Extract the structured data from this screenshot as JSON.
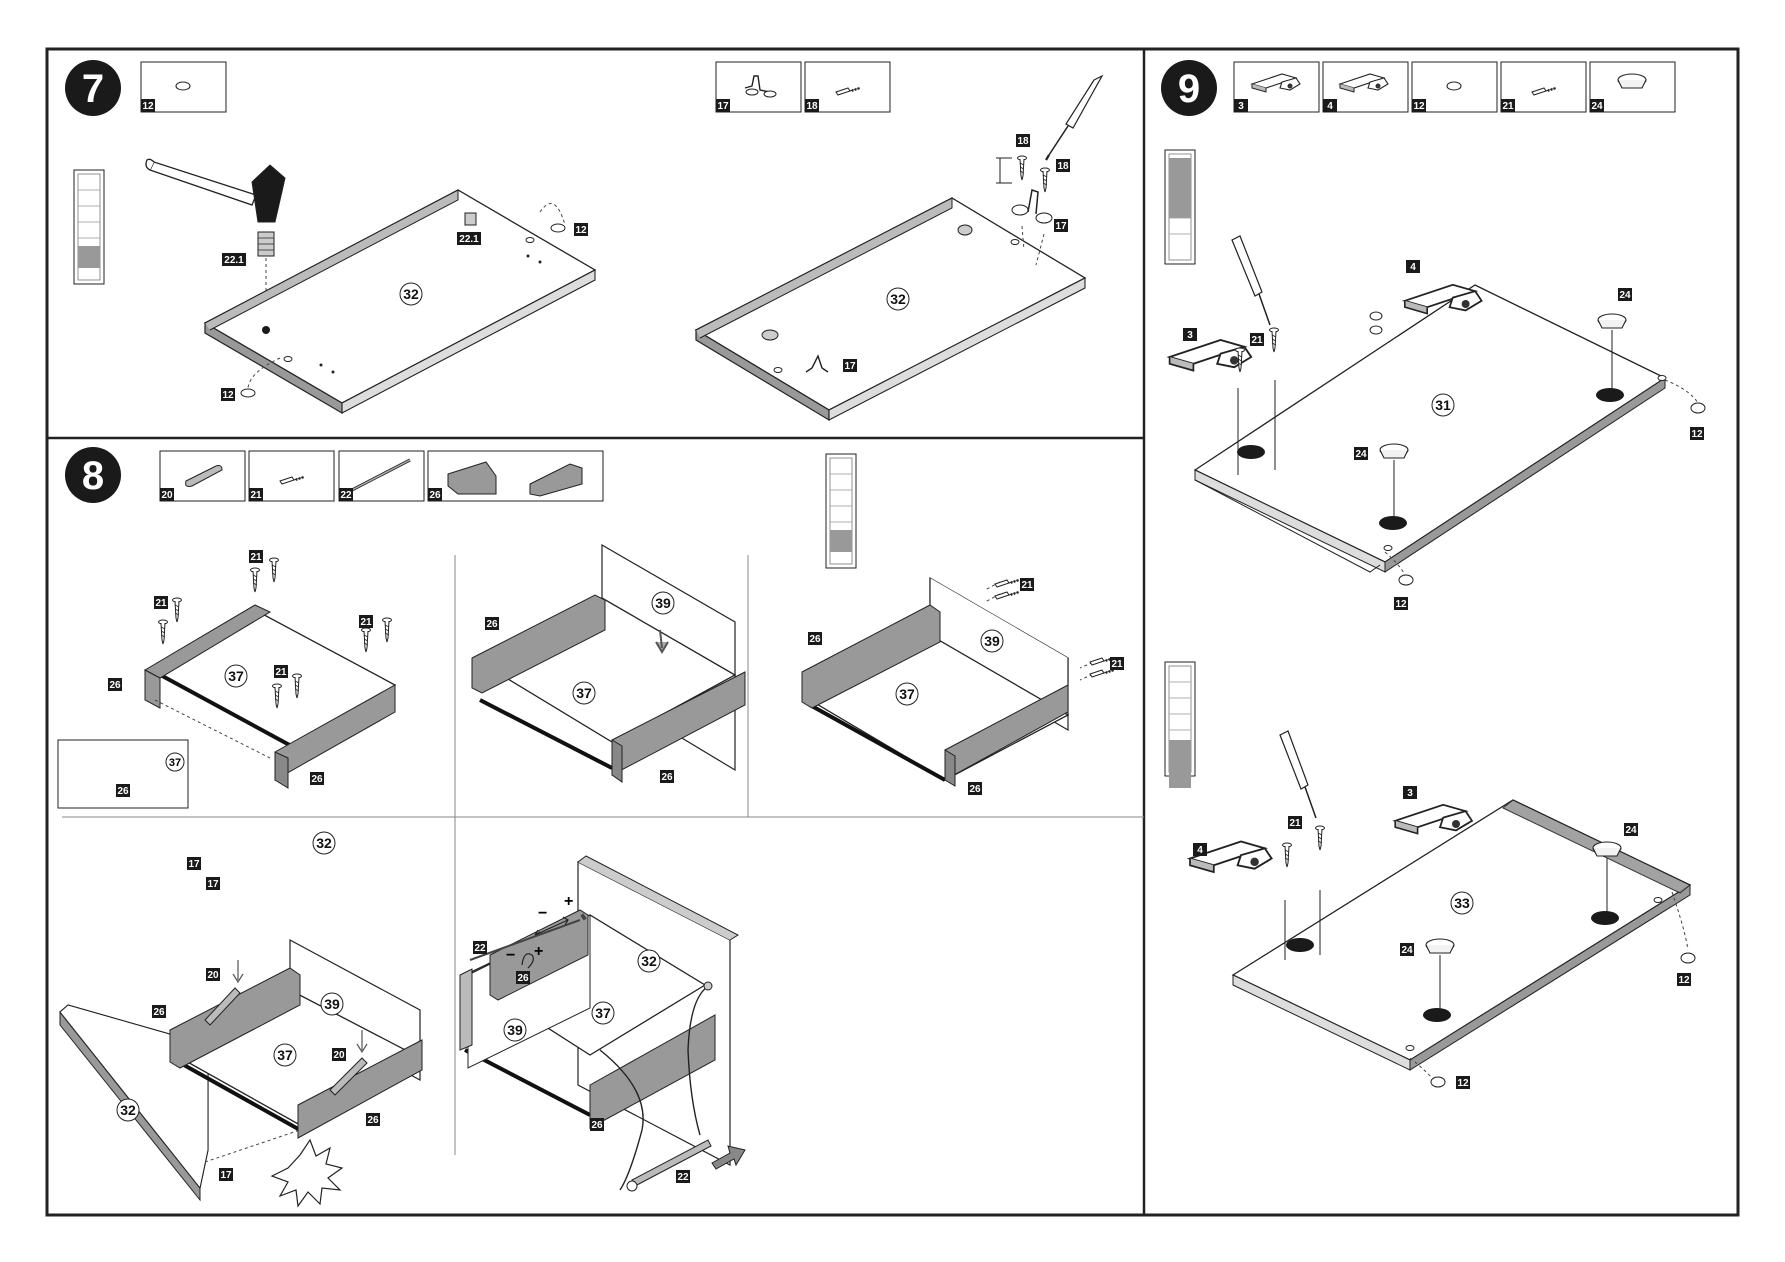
{
  "steps": {
    "s7": {
      "number": "7"
    },
    "s8": {
      "number": "8"
    },
    "s9": {
      "number": "9"
    }
  },
  "parts": {
    "p3": "3",
    "p4": "4",
    "p12": "12",
    "p17": "17",
    "p18": "18",
    "p20": "20",
    "p21": "21",
    "p22": "22",
    "p221": "22.1",
    "p24": "24",
    "p26": "26"
  },
  "panels": {
    "p31": "31",
    "p32": "32",
    "p33": "33",
    "p37": "37",
    "p39": "39"
  },
  "adjust": {
    "minus": "−",
    "plus": "+"
  },
  "colors": {
    "frame": "#222222",
    "panel_edge": "#999999",
    "label_bg": "#1a1a1a"
  }
}
